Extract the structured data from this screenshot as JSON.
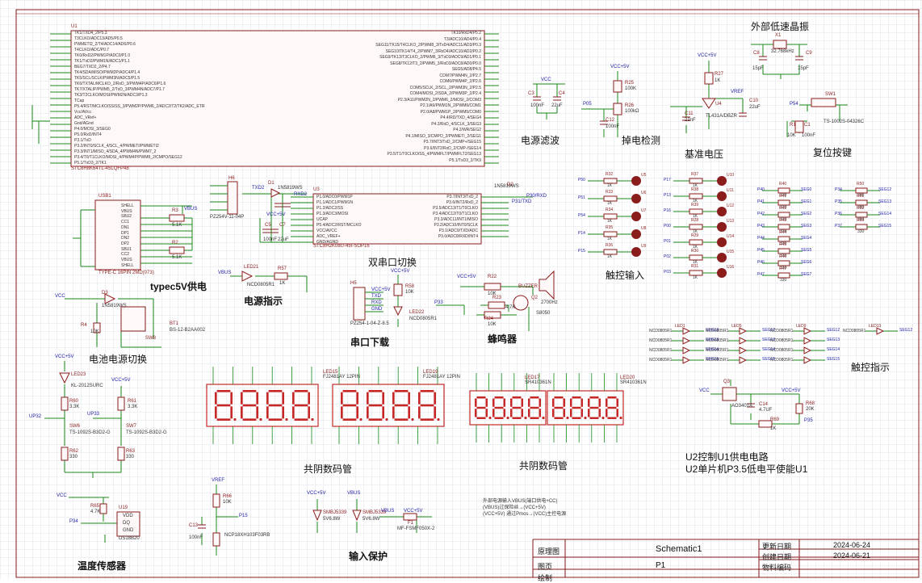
{
  "sections": {
    "osc": "外部低速晶振",
    "power_filter": "电源滤波",
    "power_down_detect": "掉电检测",
    "voltage_ref": "基准电压",
    "reset_button": "复位按键",
    "dual_serial": "双串口切换",
    "typec": "typec5V供电",
    "power_indicator": "电源指示",
    "touch_input": "触控输入",
    "serial_download": "串口下载",
    "buzzer": "蜂鸣器",
    "battery_switch": "电池电源切换",
    "touch_indicator": "触控指示",
    "common_cathode_1": "共阴数码管",
    "common_cathode_2": "共阴数码管",
    "u2_control_1": "U2控制U1供电电路",
    "u2_control_2": "U2单片机P3.5低电平使能U1",
    "temp_sensor": "温度传感器",
    "input_protect": "输入保护"
  },
  "parts": {
    "u1_ref": "U1",
    "u1_name": "STC8H8K64TL-45LQFP48",
    "u1_left_pins": [
      "TK1/TXD4_2/P5.3",
      "T3CLKO/ADC13/AD5/P0.5",
      "PWMETI2_2/T4/ADC14/AD6/P0.6",
      "T4CLKO/ADC/P0.7",
      "TK0/RxD2/PWM1P/ADC0/P1.0",
      "TK1/TxD2/PWM1N/ADC1/P1.1",
      "BEG7/TXD2_2/P4.7",
      "TK4/SDA/MISO/PWM2P/ADC4/P1.4",
      "TK5/SCL/SCLK/PWM3N/ADC5/P1.5",
      "TK6/TXTAL/MCLKO_2/RxD_3/PWM4P/ADC6/P1.6",
      "TK7/XTALIP/PWM5_2/TxD_3/PWM4N/ADC7/P1.7",
      "TK3/T2CLKO/MOSI/PWM2N/ADC3/P1.3",
      "TCap",
      "P5.4/RST/MCLKO/SS/SS_3/PWM2P/PWM6_2/ADC2/T2/TK2/ADC_ETR",
      "Vcc/AVcc",
      "ADC_VRef+",
      "Gnd/AGnd",
      "P4.0/MOSI_3/SEG0",
      "P5.0/RxD/INT4",
      "P3.1/TxD",
      "P3.2/INT0/SCLK_4/SCL_4/PWMETI/PWMETI2",
      "P3.3/INT1/MISO_4/SDA_4/PWM4N/PWM7_2",
      "P3.4/T0/T1CLKO/MOSI_4/PWM4P/PWM8_2/CMPO/SEG12",
      "P5.1/TxD3_2/TK1"
    ],
    "u1_right_pins": [
      "TK10/RxD4/P5.2",
      "T3/ADC10/AD4/P0.4",
      "SEG11/TK15/T4CLKO_2/PWM8_3/TxD4/ADC11/AD3/P0.3",
      "SEG10/TK14/T4_2/PWM7_3/RxD4/ADC10/AD2/P0.2",
      "SEG9/TK13/T3CLKO_2/PWM6_3/TxD3/ADC9/AD1/P0.1",
      "SEG8/TK12/T3_2/PWM5_3/RxD3/ADC8/AD0/P0.0",
      "SEG5/AD8/P4.5",
      "COM7/PWM4N_2/P2.7",
      "COM6/PWM4P_2/P2.6",
      "COM5/SCLK_2/SCL_2/PWM3N_2/P2.5",
      "COM4/MOSI_2/SDA_2/PWM3P_2/P2.4",
      "P2.3/A11/PWM2N_2/PWM6_2/MOSI_2/COM3",
      "P2.1/A9/PWM1N_2/PWM6/COM1",
      "P2.0/A8/PWM1P_2/PWM5/COM0",
      "P4.4/RD/TXD_4/SEG4",
      "P4.3/RxD_4/SCLK_3/SEG3",
      "P4.2/WR/SEG2",
      "P4.1/MISO_3/CMPO_2/PWMETI_2/SEG1",
      "P3.7/INT3/TxD_2/CMP+/SEG15",
      "P3.6/INT2/RxD_2/CMP-/SEG14",
      "P3.5/T1/T0CLKO/SS_4/PWMFLT/PWMFLT2/SEG13",
      "P5.1/TxD3_2/TK9"
    ],
    "u3_ref": "U3",
    "u3_name": "STC8H2K08U-45I-SOP16",
    "u3_left_pins": [
      "P1.0/ADC0/PWM1P",
      "P1.1/ADC1/PWM1N",
      "P1.2/ADC2/SS",
      "P1.3/ADC3/MOSI",
      "UCAP",
      "P5.4/ADC2/RST/MCLKO",
      "VCC/AVCC",
      "ADC_VREF+",
      "GND/AGND"
    ],
    "u3_right_pins": [
      "P3.7/INT3/TxD_2",
      "P3.6/INT2/RxD_2",
      "P3.5/ADC13/T1/T0CLKO",
      "P3.4/ADC12/T0/T1CLKO",
      "P3.3/ADC11/INT1/MISO",
      "P3.2/ADC10/INT0/SCLK",
      "P3.1/ADC9/TXD/ADC",
      "P3.0/ADC8/RXD/INT4"
    ],
    "usb_ref": "USB1",
    "usb_name": "TYPE-C 16PIN 2MD(073)",
    "usb_pins": [
      "SHELL",
      "VBUS",
      "SBU2",
      "CC1",
      "DN1",
      "DP1",
      "DN2",
      "DP2",
      "SBU1",
      "CC2",
      "VBUS",
      "SHELL"
    ],
    "x1": "X1",
    "x1_val": "32.768kHz",
    "c8": "C8",
    "c9": "C9",
    "c8_val": "15pF",
    "c9_val": "15pF",
    "r25": "R25",
    "r25_val": "100K",
    "r26": "R26",
    "r26_val": "100kΩ",
    "c12": "C12",
    "c12_val": "100nF",
    "r27": "R27",
    "r27_val": "1K",
    "u4": "U4",
    "u4_name": "TL431A/DBZR",
    "c11": "C11",
    "c11_val": "22nF",
    "c10": "C10",
    "c10_val": "22uF",
    "sw1": "SW1",
    "sw1_name": "TS-1002S-04326C",
    "r1": "R1",
    "r1_val": "10K",
    "c1": "C1",
    "c1_val": "100nF",
    "c3": "C3",
    "c4": "C4",
    "c3_val": "100nF",
    "c4_val": "22uF",
    "h6": "H6",
    "h6_name": "PZ254V-11-04P",
    "d1": "D1",
    "d1_name": "1N5819WS",
    "d2": "D2",
    "d2_name": "1N5819WS",
    "c5": "C5",
    "c7": "C7",
    "c5_val": "100nF",
    "c7_val": "22uF",
    "r3": "R3",
    "r3_val": "5.1K",
    "r2": "R2",
    "r2_val": "5.1K",
    "led21": "LED21",
    "led21_name": "NCD0805R1",
    "r57": "R57",
    "r57_val": "1K",
    "h5": "H5",
    "h5_name": "PZ254-1-04-Z-8.5",
    "r58": "R58",
    "r58_val": "10K",
    "led22": "LED22",
    "led22_name": "NCD0805R1",
    "r22": "R22",
    "r22_val": "10K",
    "r23": "R23",
    "r23_val": "4.7K",
    "r24": "R24",
    "r24_val": "10K",
    "q2": "Q2",
    "q2_name": "S8050",
    "buzzer": "BUZZER",
    "buzzer_val": "2700Hz",
    "d3": "D3",
    "d3_name": "1N5819WS",
    "r4": "R4",
    "r4_val": "10K",
    "bt1": "BT1",
    "bt1_name": "BS-12-B2AA002",
    "sw8": "SW8",
    "led23": "LED23",
    "led23_name": "KL-2012SURC",
    "r60": "R60",
    "r61": "R61",
    "r60_val": "3.3K",
    "r61_val": "3.3K",
    "sw6": "SW6",
    "sw7": "SW7",
    "sw_name": "TS-1092S-B3D2-G",
    "r62": "R62",
    "r63": "R63",
    "r62_val": "330",
    "r63_val": "330",
    "led15": "LED15",
    "led15_name": "FJ2481AY 12PIN",
    "led19": "LED19",
    "led19_name": "FJ2481AY 12PIN",
    "led17": "LED17",
    "led17_name": "SR410361N",
    "led20": "LED20",
    "led20_name": "SR410361N",
    "q3": "Q3",
    "q3_name": "AO3401A",
    "c14": "C14",
    "c14_val": "4.7UF",
    "r68": "R68",
    "r68_val": "20K",
    "r69": "R69",
    "r69_val": "1K",
    "r65": "R65",
    "r65_val": "4.7K",
    "u19": "U19",
    "u19_name": "DS18B20",
    "u19_pins": [
      "VDD",
      "DQ",
      "GND"
    ],
    "r66": "R66",
    "r66_val": "10K",
    "c13": "C13",
    "c13_val": "100nF",
    "rt": "RT1",
    "rt_name": "NCP18XH103F03RB",
    "tvs1": "SMBJ5339",
    "tvs1_val": "5V6.8W",
    "tvs2": "SMBJ5339",
    "tvs2_val": "5V6.8W",
    "f1": "F1",
    "f1_name": "MF-FSMF050X-2"
  },
  "nets": {
    "vcc": "VCC",
    "vcc5": "VCC+5V",
    "vbus": "VBUS",
    "gnd": "GND",
    "vref": "VREF",
    "txd": "TXD",
    "rxd": "RXD",
    "txd2": "TXD2",
    "rxd2": "RXD2",
    "p30rxd": "P30/RXD",
    "p31txd": "P31/TXD",
    "up32": "UP32",
    "up33": "UP33",
    "p32": "P32",
    "p33": "P33",
    "p34": "P34",
    "p35": "P35",
    "p05": "P05",
    "p54": "P54",
    "p15": "P15"
  },
  "touch_rows": [
    {
      "net": "P50",
      "r": "R32",
      "v": "1K",
      "u": "U5"
    },
    {
      "net": "P51",
      "r": "R33",
      "v": "1K",
      "u": "U6"
    },
    {
      "net": "P54",
      "r": "R34",
      "v": "1K",
      "u": "U7"
    },
    {
      "net": "P14",
      "r": "R35",
      "v": "1K",
      "u": "U8"
    },
    {
      "net": "P15",
      "r": "R36",
      "v": "1K",
      "u": "U9"
    }
  ],
  "touch_rows2": [
    {
      "net": "P17",
      "r": "R37",
      "v": "1K",
      "u": "U10"
    },
    {
      "net": "P13",
      "r": "R38",
      "v": "1K",
      "u": "U11"
    },
    {
      "net": "P16",
      "r": "R39",
      "v": "1K",
      "u": "U12"
    },
    {
      "net": "P00",
      "r": "R28",
      "v": "1K",
      "u": "U13"
    },
    {
      "net": "P01",
      "r": "R29",
      "v": "1K",
      "u": "U14"
    },
    {
      "net": "P02",
      "r": "R30",
      "v": "1K",
      "u": "U15"
    },
    {
      "net": "P03",
      "r": "R31",
      "v": "1K",
      "u": "U16"
    }
  ],
  "seg_rows_left": [
    {
      "net": "P40",
      "r": "R40",
      "v": "330",
      "seg": "SEG0"
    },
    {
      "net": "P41",
      "r": "R41",
      "v": "330",
      "seg": "SEG1"
    },
    {
      "net": "P42",
      "r": "R42",
      "v": "330",
      "seg": "SEG2"
    },
    {
      "net": "P43",
      "r": "R43",
      "v": "330",
      "seg": "SEG3"
    },
    {
      "net": "P44",
      "r": "R44",
      "v": "330",
      "seg": "SEG4"
    },
    {
      "net": "P45",
      "r": "R45",
      "v": "330",
      "seg": "SEG5"
    },
    {
      "net": "P46",
      "r": "R46",
      "v": "330",
      "seg": "SEG6"
    },
    {
      "net": "P47",
      "r": "R47",
      "v": "330",
      "seg": "SEG7"
    }
  ],
  "seg_rows_right": [
    {
      "net": "P34",
      "r": "R50",
      "v": "330",
      "seg": "SEG12"
    },
    {
      "net": "P35",
      "r": "R51",
      "v": "330",
      "seg": "SEG13"
    },
    {
      "net": "P36",
      "r": "R52",
      "v": "330",
      "seg": "SEG14"
    },
    {
      "net": "P37",
      "r": "R53",
      "v": "330",
      "seg": "SEG15"
    }
  ],
  "touch_leds": [
    {
      "ref": "LED1",
      "nets": [
        "SEG12",
        "SEG13",
        "SEG14",
        "SEG15"
      ]
    },
    {
      "ref": "LED5",
      "nets": [
        "SEG12",
        "SEG13",
        "SEG14",
        "SEG15"
      ]
    },
    {
      "ref": "LED9",
      "nets": [
        "SEG12",
        "SEG13",
        "SEG14",
        "SEG15"
      ]
    },
    {
      "ref": "LED13",
      "nets": [
        "SEG12"
      ]
    }
  ],
  "led_series": "NCD0805R1",
  "notes": [
    "外部电源输入VBUS(端口供电+CC)",
    "(VBUS)过保险丝→(VCC+5V)",
    "(VCC+5V) 通过Pmos→(VCC)主控电源"
  ],
  "titleblock": {
    "k_drawing": "原理图",
    "v_drawing": "Schematic1",
    "k_page": "图页",
    "v_page": "P1",
    "k_draw": "绘制",
    "k_update": "更新日期",
    "v_update": "2024-06-24",
    "k_create": "创建日期",
    "v_create": "2024-06-21",
    "k_part": "物料编码",
    "v_part": ""
  },
  "colors": {
    "wire": "#1a8a1a",
    "body": "#8b1c1c",
    "net": "#2222aa",
    "segment": "#c62828"
  }
}
